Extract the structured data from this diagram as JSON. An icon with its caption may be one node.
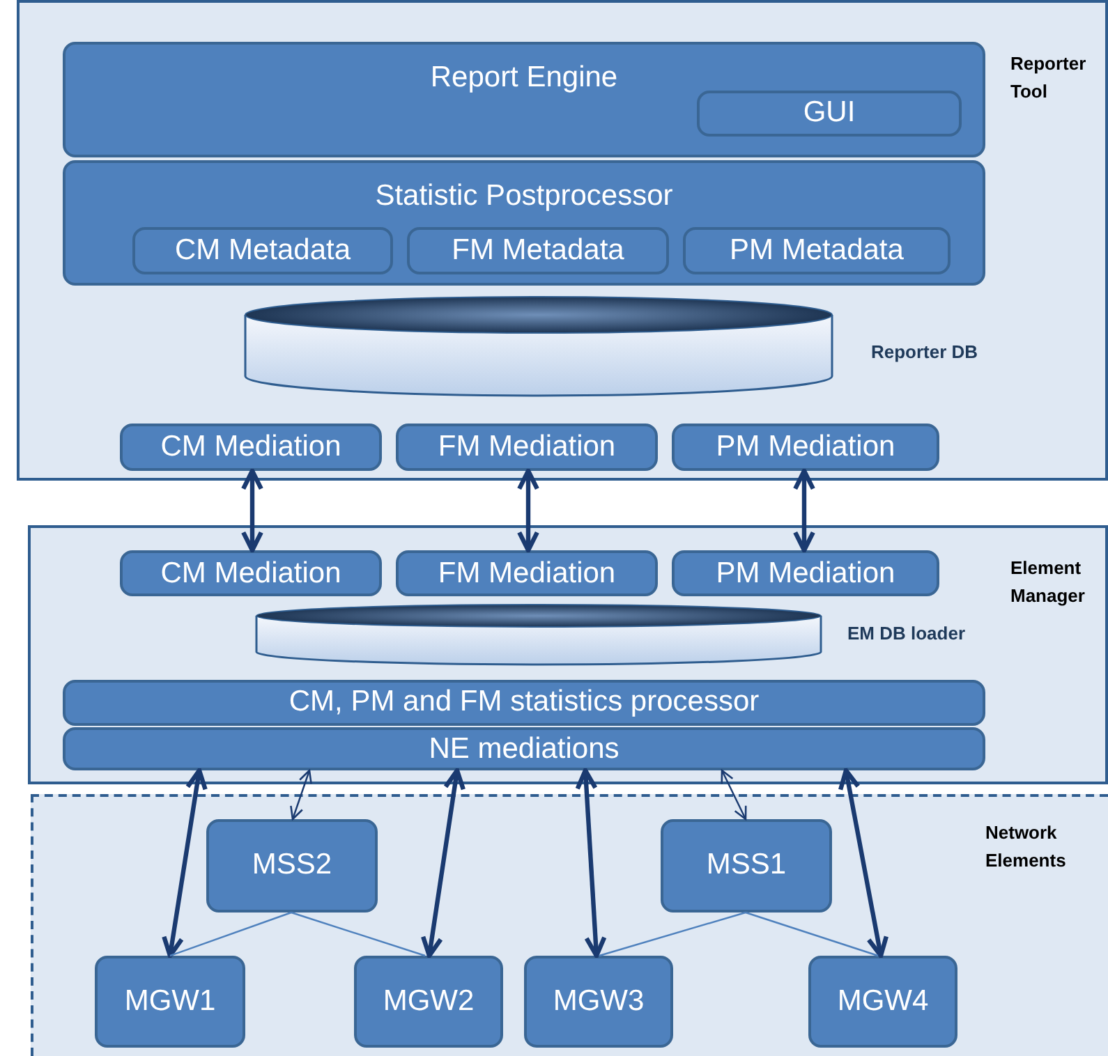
{
  "diagram": {
    "nodes": [
      {
        "text": [
          "Reporter Tool"
        ]
      },
      {
        "text": [
          "Report Engine"
        ],
        "in": 0
      },
      {
        "text": [
          "GUI"
        ],
        "in": 1
      },
      {
        "text": [
          "Statistic Postprocessor"
        ],
        "in": 0
      },
      {
        "text": [
          "CM Metadata"
        ],
        "in": 3
      },
      {
        "text": [
          "FM Metadata"
        ],
        "in": 3
      },
      {
        "text": [
          "PM Metadata"
        ],
        "in": 3
      },
      {
        "text": [],
        "shape": "cylinder",
        "in": 0,
        "beside": [
          "Reporter DB"
        ]
      },
      {
        "text": [
          "CM Mediation"
        ],
        "in": 0
      },
      {
        "text": [
          "FM Mediation"
        ],
        "in": 0
      },
      {
        "text": [
          "PM Mediation"
        ],
        "in": 0
      },
      {
        "text": [
          "Element Manager"
        ]
      },
      {
        "text": [
          "CM Mediation"
        ],
        "in": 11
      },
      {
        "text": [
          "FM Mediation"
        ],
        "in": 11
      },
      {
        "text": [
          "PM Mediation"
        ],
        "in": 11
      },
      {
        "text": [],
        "shape": "cylinder",
        "in": 11,
        "beside": [
          "EM DB loader"
        ]
      },
      {
        "text": [
          "CM, PM and FM statistics  processor"
        ],
        "in": 11
      },
      {
        "text": [
          "NE mediations"
        ],
        "in": 11
      },
      {
        "text": [
          "Network Elements"
        ]
      },
      {
        "text": [
          "MSS2"
        ],
        "in": 18
      },
      {
        "text": [
          "MSS1"
        ],
        "in": 18
      },
      {
        "text": [
          "MGW1"
        ],
        "in": 18
      },
      {
        "text": [
          "MGW2"
        ],
        "in": 18
      },
      {
        "text": [
          "MGW3"
        ],
        "in": 18
      },
      {
        "text": [
          "MGW4"
        ],
        "in": 18
      }
    ],
    "edges": [
      {
        "from": 8,
        "to": 12,
        "arrow": "both"
      },
      {
        "from": 9,
        "to": 13,
        "arrow": "both"
      },
      {
        "from": 10,
        "to": 14,
        "arrow": "both"
      },
      {
        "from": 17,
        "to": 21,
        "arrow": "both"
      },
      {
        "from": 17,
        "to": 19,
        "arrow": "both"
      },
      {
        "from": 17,
        "to": 22,
        "arrow": "both"
      },
      {
        "from": 17,
        "to": 23,
        "arrow": "both"
      },
      {
        "from": 17,
        "to": 20,
        "arrow": "both"
      },
      {
        "from": 17,
        "to": 24,
        "arrow": "both"
      },
      {
        "from": 19,
        "to": 21,
        "arrow": "none",
        "color": "#4f81bd"
      },
      {
        "from": 19,
        "to": 22,
        "arrow": "none",
        "color": "#4f81bd"
      },
      {
        "from": 20,
        "to": 23,
        "arrow": "none",
        "color": "#4f81bd"
      },
      {
        "from": 20,
        "to": 24,
        "arrow": "none",
        "color": "#4f81bd"
      }
    ]
  }
}
